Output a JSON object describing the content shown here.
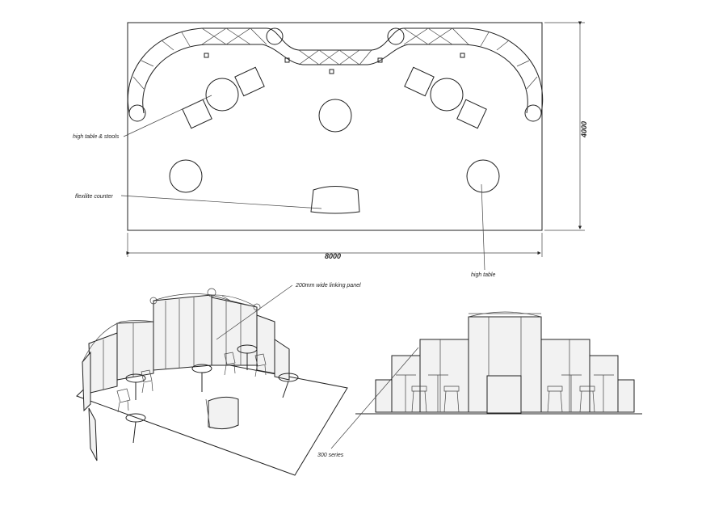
{
  "labels": {
    "high_table_stools": "high table & stools",
    "flexilite_counter": "flexilite counter",
    "high_table": "high table",
    "linking_panel": "200mm wide linking panel",
    "series": "300 series"
  },
  "dimensions": {
    "width": "8000",
    "height": "4000"
  }
}
